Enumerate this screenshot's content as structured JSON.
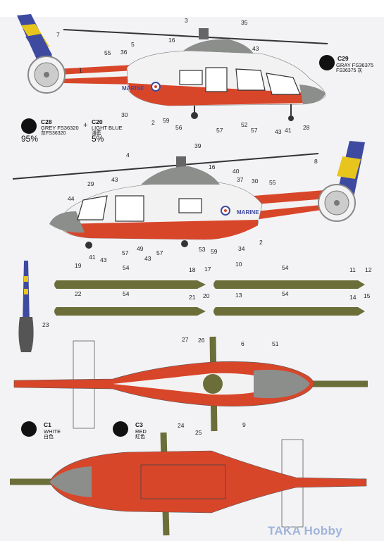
{
  "title": "SA.365SA , Flotille 36F, No.486 Base d'Aéronautique Navale HYÈRES, France",
  "marine_label": "MARINE",
  "callouts": {
    "side1": [
      "3",
      "35",
      "7",
      "16",
      "5",
      "55",
      "36",
      "43",
      "1",
      "30",
      "2",
      "59",
      "56",
      "57",
      "52",
      "57",
      "43",
      "41",
      "28"
    ],
    "side2": [
      "4",
      "39",
      "8",
      "16",
      "43",
      "40",
      "37",
      "30",
      "55",
      "29",
      "44",
      "41",
      "43",
      "57",
      "49",
      "43",
      "57",
      "53",
      "59",
      "34",
      "2"
    ],
    "rotors": [
      "19",
      "54",
      "18",
      "17",
      "10",
      "54",
      "11",
      "12",
      "22",
      "54",
      "21",
      "20",
      "13",
      "54",
      "14",
      "15"
    ],
    "tail": [
      "23"
    ],
    "top": [
      "27",
      "26",
      "6",
      "51",
      "24",
      "25",
      "9"
    ]
  },
  "paints": {
    "c29": {
      "code": "C29",
      "name": "GRAY FS36375",
      "sub": "FS36375 灰"
    },
    "c28": {
      "code": "C28",
      "name": "GREY FS36320",
      "sub": "灰FS36320",
      "percent": "95%"
    },
    "c20": {
      "code": "C20",
      "name": "LIGHT BLUE",
      "sub": "淺藍",
      "percent": "5%"
    },
    "c1": {
      "code": "C1",
      "name": "WHITE",
      "sub": "白色"
    },
    "c3": {
      "code": "C3",
      "name": "RED",
      "sub": "紅色"
    }
  },
  "plus": "+",
  "watermark": "TAKA Hobby",
  "colors": {
    "red": "#d8462a",
    "white": "#f2f2f2",
    "grey": "#8b8e8a",
    "olive": "#6c6e3a",
    "yellow": "#e8c51d",
    "blue": "#3e4aa0"
  }
}
